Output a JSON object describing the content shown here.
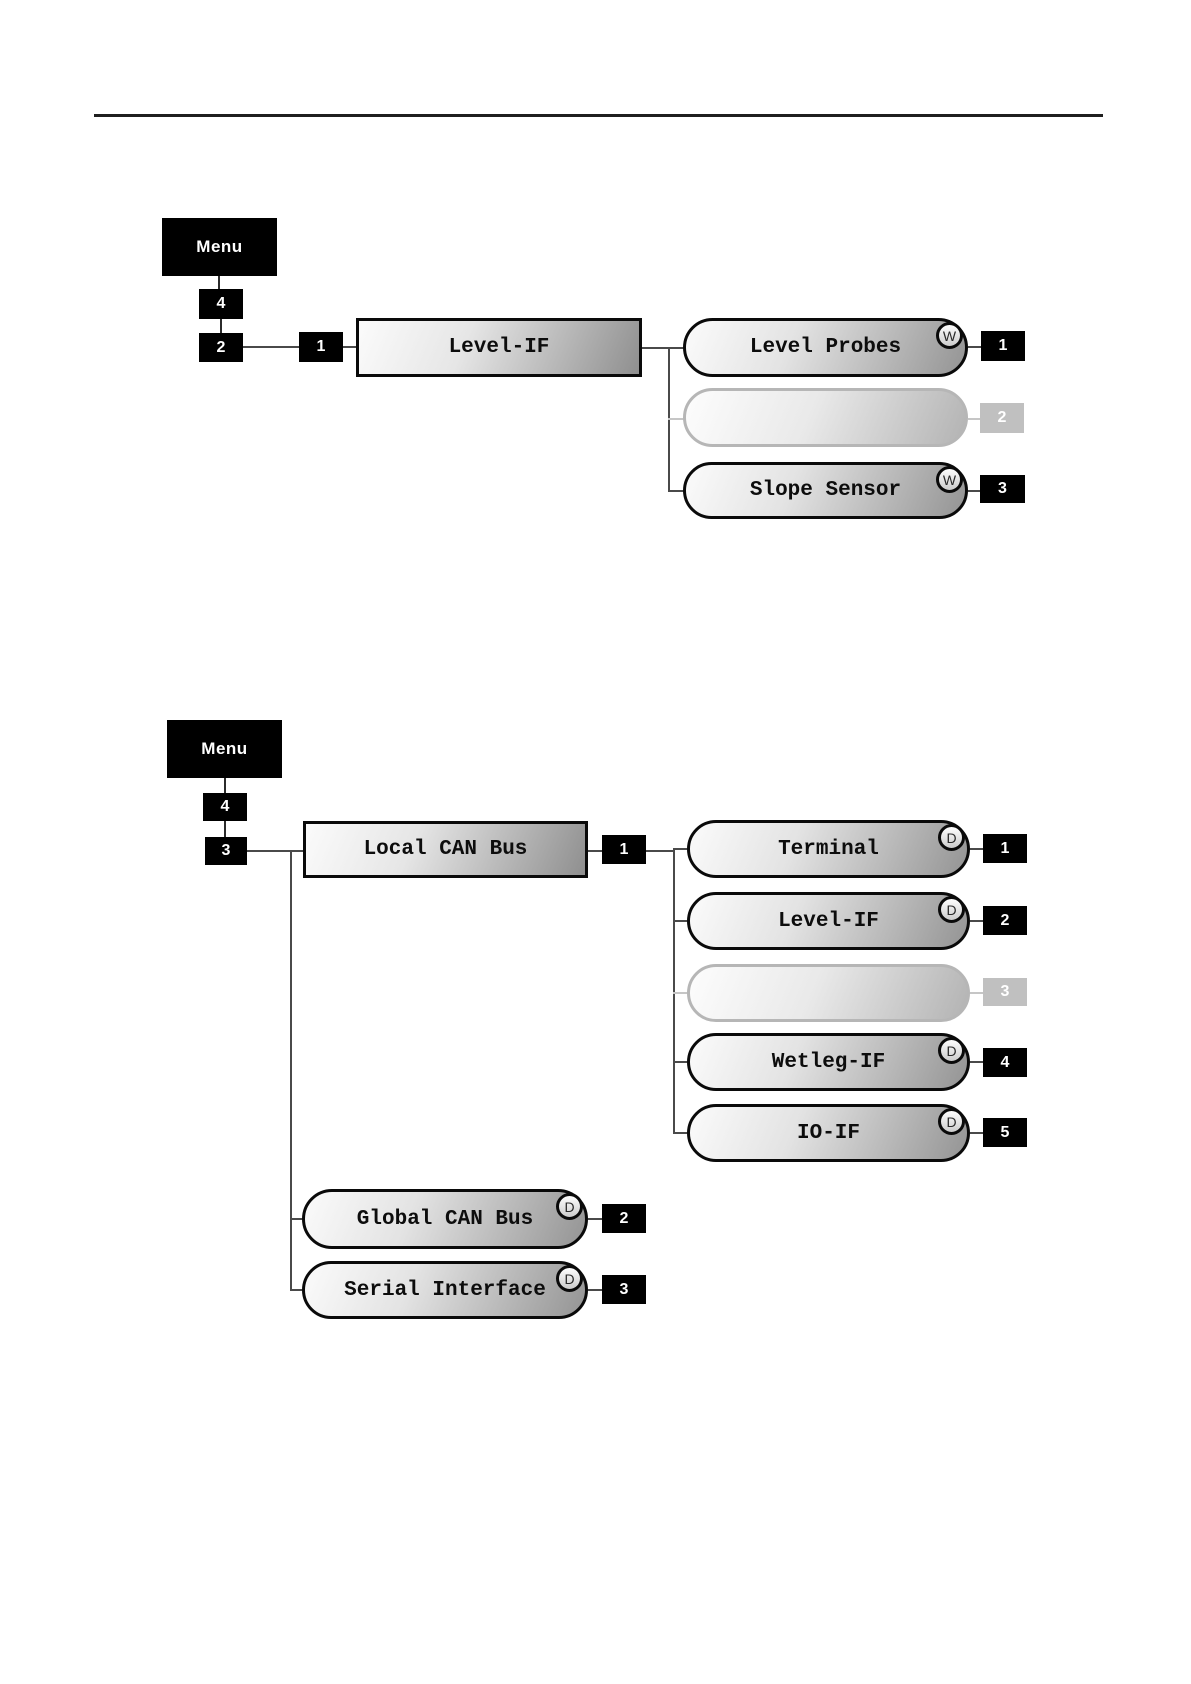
{
  "page": {
    "type": "manual-page-with-menu-diagrams"
  },
  "colors": {
    "node_fill_light": "#fbfbfb",
    "node_fill_dark": "#8f8f8f",
    "chip_black": "#000000",
    "disabled_gray": "#c0c0c0",
    "line_gray": "#4a4a4a"
  },
  "d1": {
    "menu": "Menu",
    "keys": {
      "k4": "4",
      "k2": "2",
      "k1": "1"
    },
    "root_label": "Level-IF",
    "items": [
      {
        "label": "Level Probes",
        "badge": "W",
        "num": "1"
      },
      {
        "label": "",
        "badge": "",
        "num": "2"
      },
      {
        "label": "Slope Sensor",
        "badge": "W",
        "num": "3"
      }
    ]
  },
  "d2": {
    "menu": "Menu",
    "keys": {
      "k4": "4",
      "k3": "3"
    },
    "root_label": "Local CAN Bus",
    "root_num": "1",
    "items": [
      {
        "label": "Terminal",
        "badge": "D",
        "num": "1"
      },
      {
        "label": "Level-IF",
        "badge": "D",
        "num": "2"
      },
      {
        "label": "",
        "badge": "",
        "num": "3"
      },
      {
        "label": "Wetleg-IF",
        "badge": "D",
        "num": "4"
      },
      {
        "label": "IO-IF",
        "badge": "D",
        "num": "5"
      }
    ],
    "siblings": [
      {
        "label": "Global CAN Bus",
        "badge": "D",
        "num": "2"
      },
      {
        "label": "Serial Interface",
        "badge": "D",
        "num": "3"
      }
    ]
  }
}
